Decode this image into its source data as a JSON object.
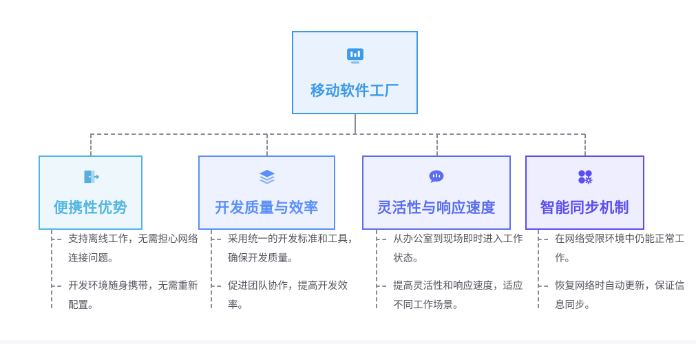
{
  "diagram": {
    "type": "mind-map-tree",
    "root": {
      "title": "移动软件工厂",
      "icon": "monitor-chart-icon",
      "border_color": "#3d9ae8",
      "fill_color": "#eaf3fd",
      "title_color": "#3d9ae8",
      "icon_color": "#3d9ae8"
    },
    "branches": [
      {
        "title": "便携性优势",
        "icon": "exit-door-icon",
        "border_color": "#52b6e0",
        "fill_color": "#eef7fc",
        "title_color": "#52b6e0",
        "icon_color": "#6cb9e0",
        "connector_color": "#8a8a99",
        "leaves": [
          "支持离线工作，无需担心网络连接问题。",
          "开发环境随身携带，无需重新配置。"
        ]
      },
      {
        "title": "开发质量与效率",
        "icon": "layers-stack-icon",
        "border_color": "#5b8ff9",
        "fill_color": "#eef2fe",
        "title_color": "#5b8ff9",
        "icon_color": "#5b8ff9",
        "connector_color": "#8a8a99",
        "leaves": [
          "采用统一的开发标准和工具，确保开发质量。",
          "促进团队协作，提高开发效率。"
        ]
      },
      {
        "title": "灵活性与响应速度",
        "icon": "chat-bubble-icon",
        "border_color": "#5a6ef0",
        "fill_color": "#eff1fe",
        "title_color": "#5a6ef0",
        "icon_color": "#5a6ef0",
        "connector_color": "#8a8a99",
        "leaves": [
          "从办公室到现场即时进入工作状态。",
          "提高灵活性和响应速度，适应不同工作场景。"
        ]
      },
      {
        "title": "智能同步机制",
        "icon": "apps-gear-icon",
        "border_color": "#5a4ef0",
        "fill_color": "#efeefe",
        "title_color": "#5a4ef0",
        "icon_color": "#5a4ef0",
        "connector_color": "#8a8a99",
        "leaves": [
          "在网络受限环境中仍能正常工作。",
          "恢复网络时自动更新，保证信息同步。"
        ]
      }
    ]
  }
}
